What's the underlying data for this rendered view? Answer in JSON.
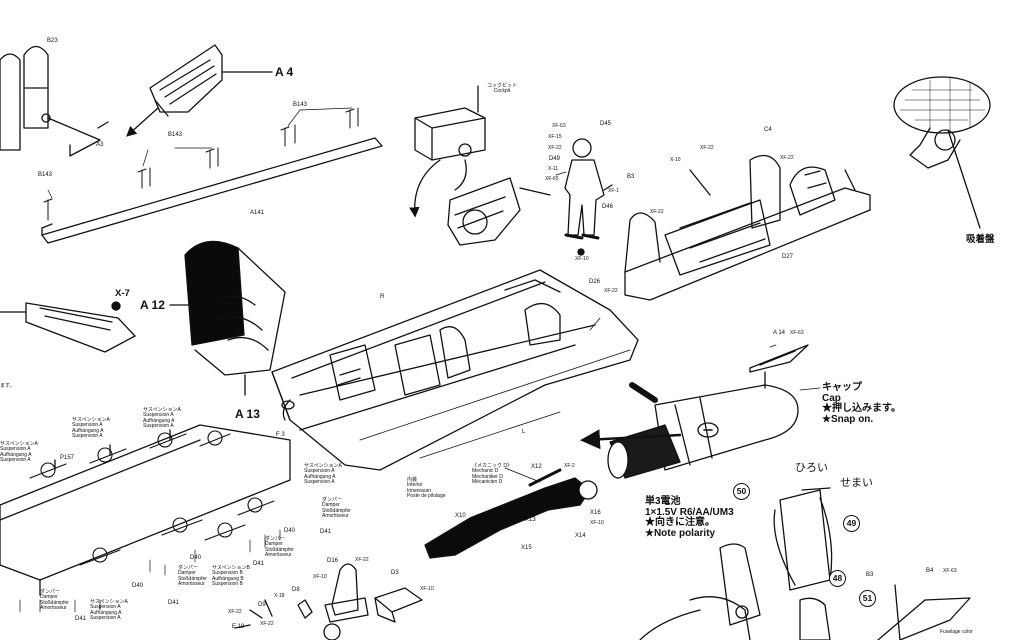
{
  "part_labels": {
    "a4": "A 4",
    "b23": "B23",
    "a3": "A3",
    "b143_a": "B143",
    "b143_b": "B143",
    "b143_c": "B143",
    "a141": "A141",
    "x7": "X-7",
    "a12": "A 12",
    "a13": "A 13",
    "r": "R",
    "f3": "F 3",
    "l": "L",
    "d26": "D26",
    "xf22_d26": "XF-22",
    "d45": "D45",
    "d49": "D49",
    "d46": "D46",
    "xf63_fig": "XF-63",
    "xf15_fig": "XF-15",
    "xf22_fig": "XF-22",
    "xf65_fig": "XF-65",
    "x11_fig": "X-11",
    "xf1_fig": "XF-1",
    "xf10_fig": "XF-10",
    "c4": "C4",
    "b3_top": "B3",
    "d27": "D27",
    "x10_top": "X-10",
    "xf22_top": "XF-22",
    "xf22_top2": "XF-22",
    "xf22_top3": "XF-22",
    "a14": "A 14",
    "xf63_a14": "XF-63",
    "x12": "X12",
    "xf2": "XF-2",
    "x16": "X16",
    "xf10_x16": "XF-10",
    "x10": "X10",
    "x14": "X14",
    "x13": "X13",
    "x15": "X15",
    "p157": "P157",
    "d40_a": "D40",
    "d40_b": "D40",
    "d40_c": "D40",
    "d41_a": "D41",
    "d41_b": "D41",
    "d41_c": "D41",
    "d41_d": "D41",
    "d16": "D16",
    "xf22_d16": "XF-22",
    "d8": "D8",
    "d3": "D3",
    "xf10_d3": "XF-10",
    "x18": "X-18",
    "xf10_d8": "XF-10",
    "d9": "D9",
    "xf22_bl": "XF-22",
    "xf22_bl2": "XF-22",
    "e19": "E 19",
    "b3_bot": "B3",
    "b4": "B4",
    "xf63_b4": "XF-63"
  },
  "callouts": {
    "cockpit_jp": "コックピット",
    "cockpit_en": "Cockpit",
    "cap_jp": "キャップ",
    "cap_en": "Cap",
    "push_jp": "★押し込みます。",
    "snap_on": "★Snap on.",
    "battery_jp": "単3電池",
    "battery_spec": "1×1.5V R6/AA/UM3",
    "direction_jp": "★向きに注意。",
    "note_polarity": "★Note polarity",
    "hiroi": "ひろい",
    "semai": "せまい",
    "suction_cup_jp": "吸着盤",
    "fuselage_color": "Fuselage color",
    "mechanic_header": "《メカニック D》",
    "mechanic_en": "Mechanic D",
    "mechanic_de": "Mechaniker D",
    "mechanic_fr": "Mécanicien D",
    "interior_jp": "内装",
    "interior_en": "Interior",
    "interior_de": "Innenraum",
    "interior_fr": "Poste de pilotage",
    "partial_left_jp": "ます。"
  },
  "suspension_notes": [
    {
      "jp": "サスペンションA",
      "en": "Suspension A",
      "de": "Aufhängung A",
      "fr": "Suspension A"
    },
    {
      "jp": "サスペンションA",
      "en": "Suspension A",
      "de": "Aufhängung A",
      "fr": "Suspension A"
    },
    {
      "jp": "サスペンションA",
      "en": "Suspension A",
      "de": "Aufhängung A",
      "fr": "Suspension A"
    },
    {
      "jp": "サスペンションA",
      "en": "Suspension A",
      "de": "Aufhängung A",
      "fr": "Suspension A"
    },
    {
      "jp": "サスペンションB",
      "en": "Suspension B",
      "de": "Aufhängung B",
      "fr": "Suspension B"
    },
    {
      "jp": "サスペンションA",
      "en": "Suspension A",
      "de": "Aufhängung A",
      "fr": "Suspension A"
    }
  ],
  "damper_notes": [
    {
      "jp": "ダンパー",
      "en": "Damper",
      "de": "Stoßdämpfer",
      "fr": "Amortisseur"
    },
    {
      "jp": "ダンパー",
      "en": "Damper",
      "de": "Stoßdämpfer",
      "fr": "Amortisseur"
    },
    {
      "jp": "ダンパー",
      "en": "Damper",
      "de": "Stoßdämpfer",
      "fr": "Amortisseur"
    },
    {
      "jp": "ダンパー",
      "en": "Damper",
      "de": "Stoßdämpfer",
      "fr": "Amortisseur"
    }
  ],
  "step_numbers": {
    "s48": "48",
    "s49": "49",
    "s50": "50",
    "s51": "51"
  }
}
